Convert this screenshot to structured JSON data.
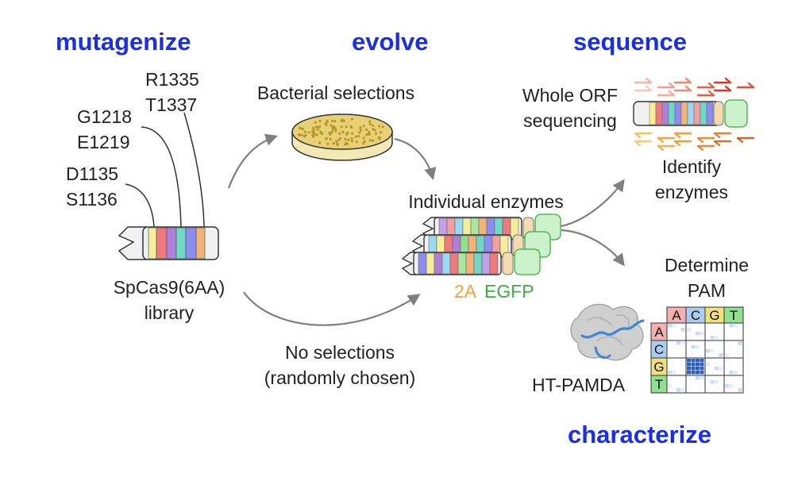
{
  "steps": {
    "mutagenize": "mutagenize",
    "evolve": "evolve",
    "sequence": "sequence",
    "characterize": "characterize"
  },
  "mutations": {
    "pair1": [
      "R1335",
      "T1337"
    ],
    "pair2": [
      "G1218",
      "E1219"
    ],
    "pair3": [
      "D1135",
      "S1136"
    ]
  },
  "library": {
    "line1": "SpCas9(6AA)",
    "line2": "library"
  },
  "bacterial_selections": "Bacterial selections",
  "individual_enzymes": "Individual enzymes",
  "construct": {
    "tag_2a": "2A",
    "tag_egfp": "EGFP"
  },
  "no_selections": {
    "line1": "No selections",
    "line2": "(randomly chosen)"
  },
  "whole_orf": {
    "line1": "Whole ORF",
    "line2": "sequencing"
  },
  "identify": {
    "line1": "Identify",
    "line2": "enzymes"
  },
  "determine": {
    "line1": "Determine",
    "line2": "PAM"
  },
  "ht_pamda": "HT-PAMDA",
  "pam_grid": {
    "cols": [
      "A",
      "C",
      "G",
      "T"
    ],
    "rows": [
      "A",
      "C",
      "G",
      "T"
    ]
  },
  "colors": {
    "header_blue": "#1a2fe0",
    "arrow_gray": "#7f7f7f",
    "tag_2a": "#f2a03d",
    "tag_egfp": "#3cae3c",
    "base_A": "#f2b0b0",
    "base_C": "#a9cdf0",
    "base_G": "#f3e07d",
    "base_T": "#8fe08f",
    "segments": [
      "#f6ee9a",
      "#ee7b7b",
      "#b07fd8",
      "#6fd9c6",
      "#8b8ef0",
      "#f3b27a"
    ]
  }
}
